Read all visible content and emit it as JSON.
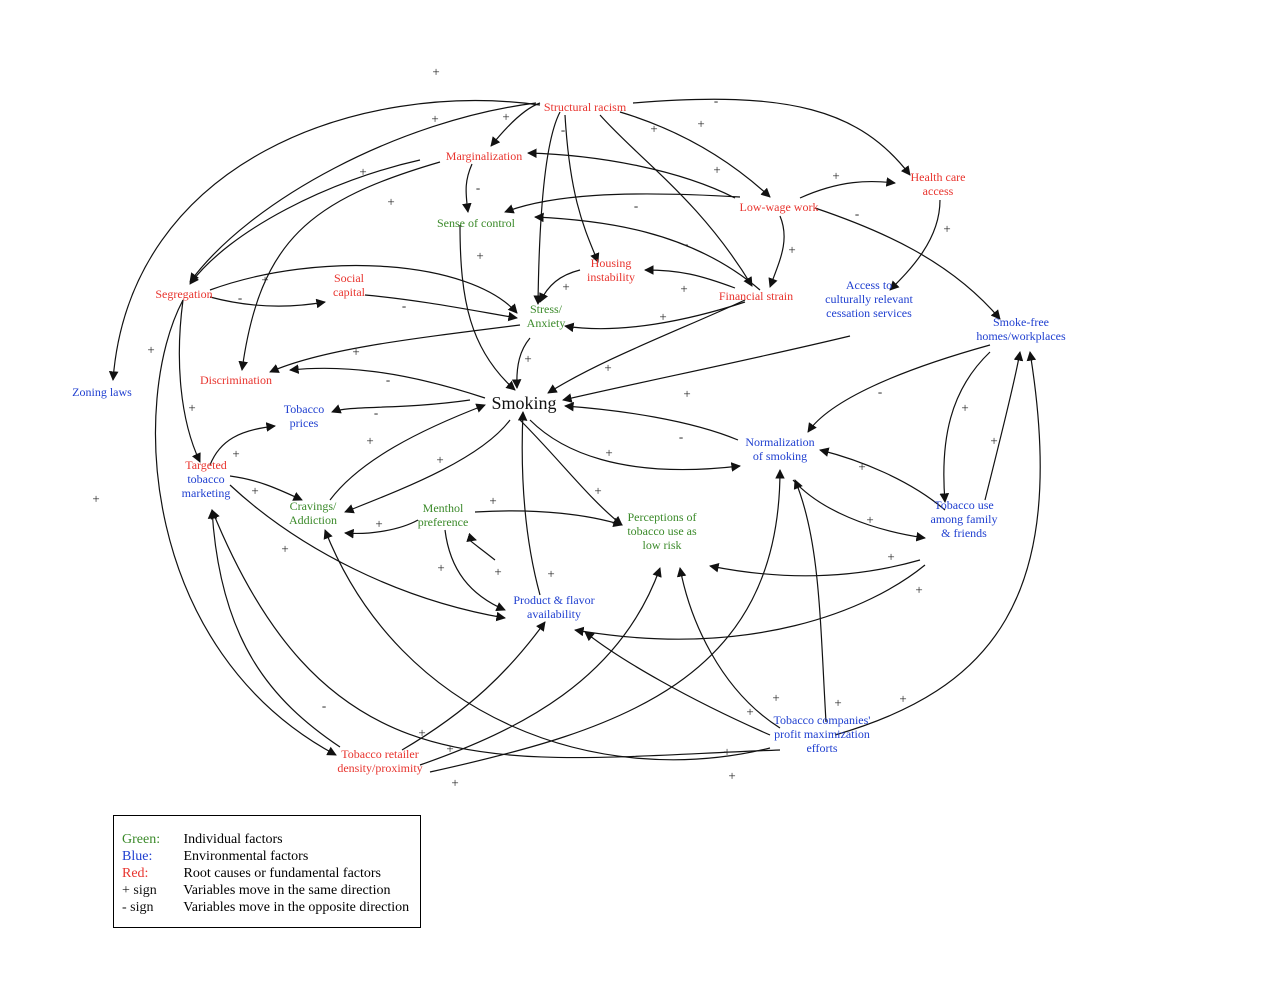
{
  "colors": {
    "red": "#e8342e",
    "green": "#3b8a2a",
    "blue": "#1f3fd0",
    "black": "#111111"
  },
  "nodes": [
    {
      "id": "structural_racism",
      "lines": [
        "Structural racism"
      ],
      "color": "red"
    },
    {
      "id": "marginalization",
      "lines": [
        "Marginalization"
      ],
      "color": "red"
    },
    {
      "id": "sense_of_control",
      "lines": [
        "Sense of control"
      ],
      "color": "green"
    },
    {
      "id": "low_wage_work",
      "lines": [
        "Low-wage work"
      ],
      "color": "red"
    },
    {
      "id": "health_care_access",
      "lines": [
        "Health care",
        "access"
      ],
      "color": "red"
    },
    {
      "id": "housing_instability",
      "lines": [
        "Housing",
        "instability"
      ],
      "color": "red"
    },
    {
      "id": "financial_strain",
      "lines": [
        "Financial strain"
      ],
      "color": "red"
    },
    {
      "id": "segregation",
      "lines": [
        "Segregation"
      ],
      "color": "red"
    },
    {
      "id": "social_capital",
      "lines": [
        "Social",
        "capital"
      ],
      "color": "red"
    },
    {
      "id": "stress_anxiety",
      "lines": [
        "Stress/",
        "Anxiety"
      ],
      "color": "green"
    },
    {
      "id": "access_cessation",
      "lines": [
        "Access to",
        "culturally relevant",
        "cessation services"
      ],
      "color": "blue"
    },
    {
      "id": "smoke_free",
      "lines": [
        "Smoke-free",
        "homes/workplaces"
      ],
      "color": "blue"
    },
    {
      "id": "zoning_laws",
      "lines": [
        "Zoning laws"
      ],
      "color": "blue"
    },
    {
      "id": "discrimination",
      "lines": [
        "Discrimination"
      ],
      "color": "red"
    },
    {
      "id": "smoking",
      "lines": [
        "Smoking"
      ],
      "color": "black"
    },
    {
      "id": "tobacco_prices",
      "lines": [
        "Tobacco",
        "prices"
      ],
      "color": "blue"
    },
    {
      "id": "normalization",
      "lines": [
        "Normalization",
        "of smoking"
      ],
      "color": "blue"
    },
    {
      "id": "targeted_marketing",
      "lines": [
        "Targeted",
        "tobacco",
        "marketing"
      ],
      "colors": [
        "red",
        "blue",
        "blue"
      ]
    },
    {
      "id": "cravings",
      "lines": [
        "Cravings/",
        "Addiction"
      ],
      "color": "green"
    },
    {
      "id": "menthol",
      "lines": [
        "Menthol",
        "preference"
      ],
      "color": "green"
    },
    {
      "id": "perceptions",
      "lines": [
        "Perceptions of",
        "tobacco use as",
        "low risk"
      ],
      "color": "green"
    },
    {
      "id": "family_friends",
      "lines": [
        "Tobacco use",
        "among family",
        "& friends"
      ],
      "color": "blue"
    },
    {
      "id": "product_flavor",
      "lines": [
        "Product & flavor",
        "availability"
      ],
      "color": "blue"
    },
    {
      "id": "retailer_density",
      "lines": [
        "Tobacco retailer",
        "density/proximity"
      ],
      "color": "red"
    },
    {
      "id": "tobacco_companies",
      "lines": [
        "Tobacco companies'",
        "profit maximization",
        "efforts"
      ],
      "color": "blue"
    }
  ],
  "signs": [
    "+",
    "+",
    "-",
    "+",
    "+",
    "+",
    "-",
    "-",
    "+",
    "+",
    "-",
    "-",
    "+",
    "+",
    "-",
    "+",
    "+",
    "+",
    "+",
    "+",
    "-",
    "-",
    "+",
    "+",
    "+",
    "+",
    "-",
    "-",
    "+",
    "+",
    "+",
    "+",
    "+",
    "-",
    "-",
    "+",
    "+",
    "+",
    "+",
    "+",
    "+",
    "+",
    "+",
    "+",
    "+",
    "+",
    "+",
    "+",
    "+",
    "+",
    "+",
    "+",
    "+",
    "-",
    "+",
    "+",
    "+",
    "+",
    "+",
    "+",
    "+",
    "+",
    "+"
  ],
  "legend": [
    {
      "key": "Green:",
      "key_color": "green",
      "text": "Individual factors"
    },
    {
      "key": "Blue:",
      "key_color": "blue",
      "text": "Environmental factors"
    },
    {
      "key": "Red:",
      "key_color": "red",
      "text": "Root causes or fundamental factors"
    },
    {
      "key": "+ sign",
      "key_color": "black",
      "text": "Variables move in the same direction"
    },
    {
      "key": "- sign",
      "key_color": "black",
      "text": "Variables move in the opposite direction"
    }
  ]
}
